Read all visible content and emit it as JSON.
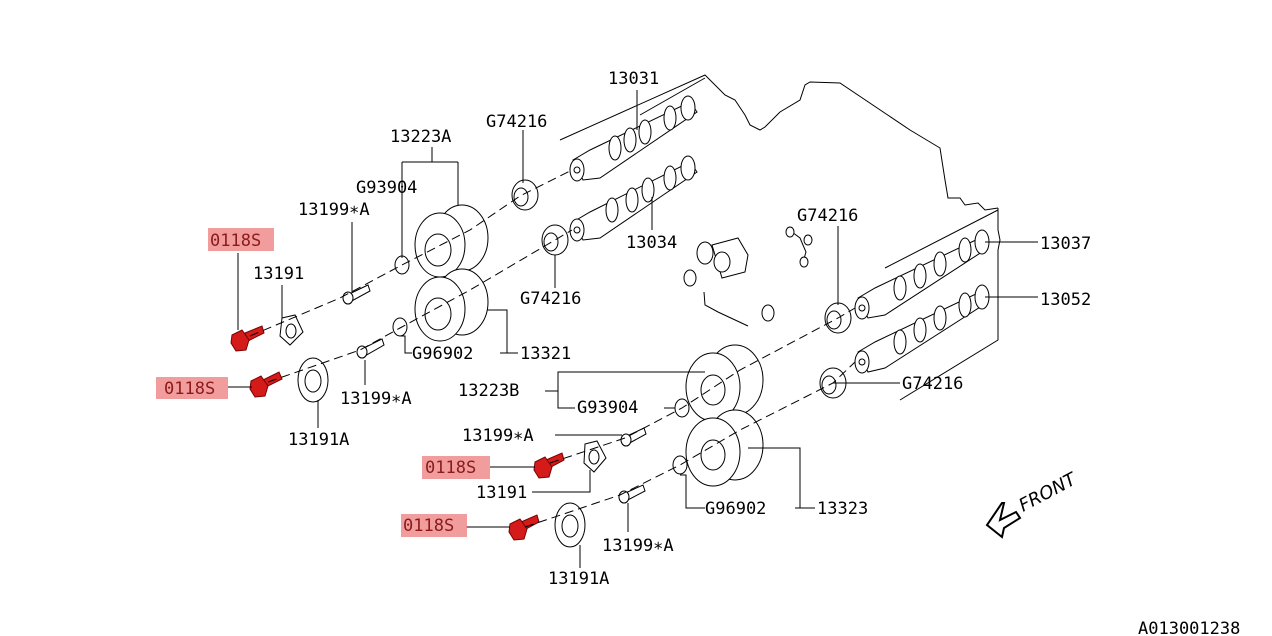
{
  "diagram": {
    "title": "Camshaft & Timing Belt Sprocket Assembly",
    "highlight_color": "#f08c8c",
    "bolt_color": "#d51a1a",
    "labels": {
      "cam_upper_left": "13031",
      "cam_lower_left": "13034",
      "cam_upper_right": "13037",
      "cam_lower_right": "13052",
      "seal_top_left": "G74216",
      "seal_mid_left": "G74216",
      "seal_top_right": "G74216",
      "seal_bottom_right": "G74216",
      "sprocket_assy_a": "13223A",
      "sprocket_assy_b": "13223B",
      "oring_a_upper": "G93904",
      "oring_b_upper": "G93904",
      "oring_a_lower": "G96902",
      "oring_b_lower": "G96902",
      "sprocket_13321": "13321",
      "sprocket_13323": "13323",
      "bolt_a_1": "13199∗A",
      "bolt_a_2": "13199∗A",
      "bolt_a_3": "13199∗A",
      "bolt_a_4": "13199∗A",
      "plate_1": "13191",
      "plate_2": "13191A",
      "plate_3": "13191",
      "plate_4": "13191A",
      "bolt_hl_1": "0118S",
      "bolt_hl_2": "0118S",
      "bolt_hl_3": "0118S",
      "bolt_hl_4": "0118S"
    },
    "front_label": "FRONT",
    "figure_code": "A013001238"
  }
}
